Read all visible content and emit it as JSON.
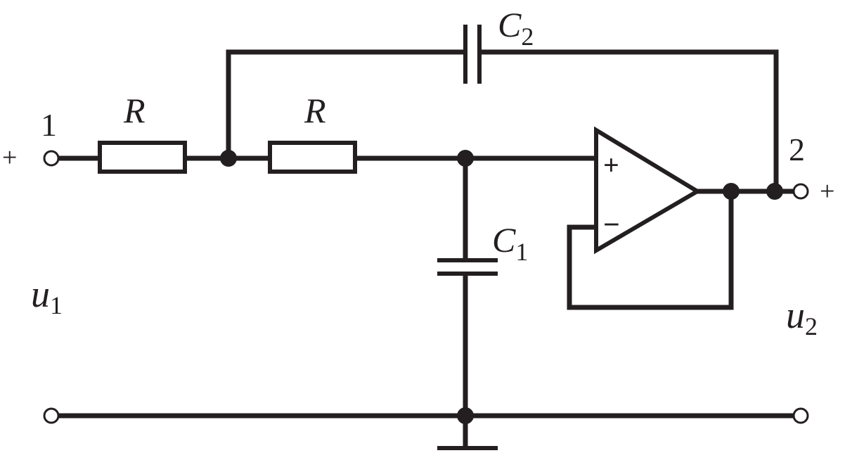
{
  "labels": {
    "node1": "1",
    "node2": "2",
    "r1": "R",
    "r2": "R",
    "c2_main": "C",
    "c2_sub": "2",
    "c1_main": "C",
    "c1_sub": "1",
    "u1_main": "u",
    "u1_sub": "1",
    "u2_main": "u",
    "u2_sub": "2",
    "in_plus": "+",
    "out_plus": "+",
    "opamp_plus": "+",
    "opamp_minus": "−"
  },
  "colors": {
    "ink": "#231f20",
    "paper": "#ffffff"
  }
}
